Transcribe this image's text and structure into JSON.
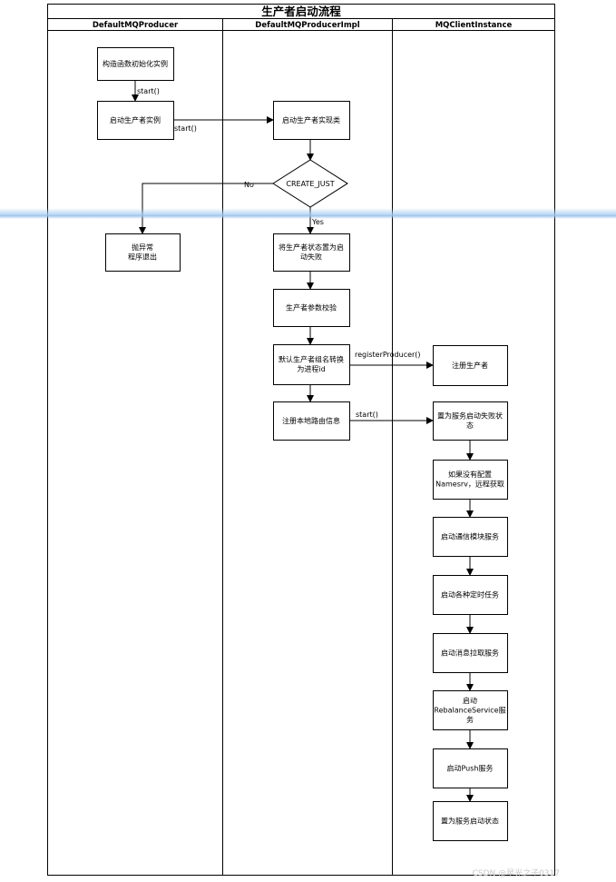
{
  "diagram": {
    "title": "生产者启动流程",
    "lanes": [
      {
        "id": "lane1",
        "name": "DefaultMQProducer"
      },
      {
        "id": "lane2",
        "name": "DefaultMQProducerImpl"
      },
      {
        "id": "lane3",
        "name": "MQClientInstance"
      }
    ],
    "nodes": [
      {
        "id": "n1",
        "shape": "rect",
        "lines": [
          "构造函数初始化实例"
        ]
      },
      {
        "id": "n2",
        "shape": "rect",
        "lines": [
          "启动生产者实例"
        ]
      },
      {
        "id": "n3",
        "shape": "rect",
        "lines": [
          "抛异常",
          "程序退出"
        ]
      },
      {
        "id": "n4",
        "shape": "rect",
        "lines": [
          "启动生产者实现类"
        ]
      },
      {
        "id": "n5",
        "shape": "diamond",
        "lines": [
          "CREATE_JUST"
        ]
      },
      {
        "id": "n6",
        "shape": "rect",
        "lines": [
          "将生产者状态置为启",
          "动失败"
        ]
      },
      {
        "id": "n7",
        "shape": "rect",
        "lines": [
          "生产者参数校验"
        ]
      },
      {
        "id": "n8",
        "shape": "rect",
        "lines": [
          "默认生产者组名转换",
          "为进程id"
        ]
      },
      {
        "id": "n9",
        "shape": "rect",
        "lines": [
          "注册本地路由信息"
        ]
      },
      {
        "id": "n10",
        "shape": "rect",
        "lines": [
          "注册生产者"
        ]
      },
      {
        "id": "n11",
        "shape": "rect",
        "lines": [
          "置为服务启动失败状",
          "态"
        ]
      },
      {
        "id": "n12",
        "shape": "rect",
        "lines": [
          "如果没有配置",
          "Namesrv，远程获取"
        ]
      },
      {
        "id": "n13",
        "shape": "rect",
        "lines": [
          "启动通信模块服务"
        ]
      },
      {
        "id": "n14",
        "shape": "rect",
        "lines": [
          "启动各种定时任务"
        ]
      },
      {
        "id": "n15",
        "shape": "rect",
        "lines": [
          "启动消息拉取服务"
        ]
      },
      {
        "id": "n16",
        "shape": "rect",
        "lines": [
          "启动",
          "RebalanceService服",
          "务"
        ]
      },
      {
        "id": "n17",
        "shape": "rect",
        "lines": [
          "启动Push服务"
        ]
      },
      {
        "id": "n18",
        "shape": "rect",
        "lines": [
          "置为服务启动状态"
        ]
      }
    ],
    "edges": [
      {
        "id": "e1",
        "from": "n1",
        "to": "n2",
        "label": "start()"
      },
      {
        "id": "e2",
        "from": "n2",
        "to": "n4",
        "label": "start()"
      },
      {
        "id": "e3",
        "from": "n4",
        "to": "n5",
        "label": ""
      },
      {
        "id": "e4",
        "from": "n5",
        "to": "n3",
        "label": "No"
      },
      {
        "id": "e5",
        "from": "n5",
        "to": "n6",
        "label": "Yes"
      },
      {
        "id": "e6",
        "from": "n6",
        "to": "n7",
        "label": ""
      },
      {
        "id": "e7",
        "from": "n7",
        "to": "n8",
        "label": ""
      },
      {
        "id": "e8",
        "from": "n8",
        "to": "n9",
        "label": ""
      },
      {
        "id": "e9",
        "from": "n8",
        "to": "n10",
        "label": "registerProducer()"
      },
      {
        "id": "e10",
        "from": "n9",
        "to": "n11",
        "label": "start()"
      },
      {
        "id": "e11",
        "from": "n11",
        "to": "n12",
        "label": ""
      },
      {
        "id": "e12",
        "from": "n12",
        "to": "n13",
        "label": ""
      },
      {
        "id": "e13",
        "from": "n13",
        "to": "n14",
        "label": ""
      },
      {
        "id": "e14",
        "from": "n14",
        "to": "n15",
        "label": ""
      },
      {
        "id": "e15",
        "from": "n15",
        "to": "n16",
        "label": ""
      },
      {
        "id": "e16",
        "from": "n16",
        "to": "n17",
        "label": ""
      },
      {
        "id": "e17",
        "from": "n17",
        "to": "n18",
        "label": ""
      }
    ]
  },
  "watermark": "CSDN @星光之子0317"
}
